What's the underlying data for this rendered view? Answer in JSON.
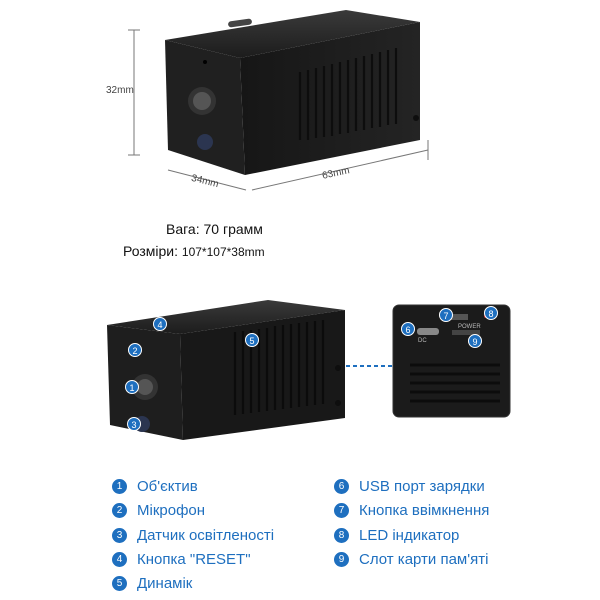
{
  "dimensions": {
    "height": "32mm",
    "depth": "34mm",
    "width": "63mm"
  },
  "specs": {
    "weight_label": "Вага",
    "weight_value": "70 грамм",
    "size_label": "Розміри",
    "size_value": "107*107*38mm"
  },
  "back_panel": {
    "dc_label": "DC",
    "power_label": "POWER"
  },
  "legend": [
    {
      "num": "1",
      "text": "Об'єктив"
    },
    {
      "num": "2",
      "text": "Мікрофон"
    },
    {
      "num": "3",
      "text": "Датчик освітленості"
    },
    {
      "num": "4",
      "text": "Кнопка \"RESET\""
    },
    {
      "num": "5",
      "text": "Динамік"
    },
    {
      "num": "6",
      "text": "USB порт зарядки"
    },
    {
      "num": "7",
      "text": "Кнопка ввімкнення"
    },
    {
      "num": "8",
      "text": "LED індикатор"
    },
    {
      "num": "9",
      "text": "Слот карти пам'яті"
    }
  ],
  "colors": {
    "accent": "#1e6fbf",
    "device": "#1a1a1a"
  }
}
